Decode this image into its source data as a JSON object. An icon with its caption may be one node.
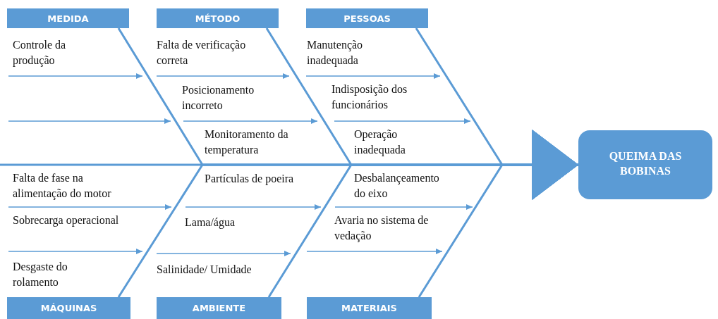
{
  "diagram": {
    "nodes": [
      {
        "text": [
          "MEDIDA"
        ]
      },
      {
        "text": [
          "MÉTODO"
        ]
      },
      {
        "text": [
          "PESSOAS"
        ]
      },
      {
        "text": [
          "QUEIMA DAS BOBINAS"
        ]
      },
      {
        "text": [
          "MÁQUINAS"
        ]
      },
      {
        "text": [
          "AMBIENTE"
        ]
      },
      {
        "text": [
          "MATERIAIS"
        ]
      }
    ],
    "edges": [
      {
        "from": null,
        "to": 3,
        "arrow": "to"
      },
      {
        "from": 0,
        "to": 3,
        "arrow": "to"
      },
      {
        "from": 1,
        "to": 3,
        "arrow": "to"
      },
      {
        "from": 2,
        "to": 3,
        "arrow": "to"
      },
      {
        "from": 4,
        "to": 3,
        "arrow": "to"
      },
      {
        "from": 5,
        "to": 3,
        "arrow": "to"
      },
      {
        "from": 6,
        "to": 3,
        "arrow": "to"
      }
    ],
    "labels": [
      "Controle da produção",
      "Falta de verificação correta",
      "Manutenção inadequada",
      "Posicionamento incorreto",
      "Indisposição dos funcionários",
      "Monitoramento da temperatura",
      "Operação inadequada",
      "Falta de fase na alimentação do motor",
      "Partículas de poeira",
      "Desbalançeamento do eixo",
      "Sobrecarga operacional",
      "Lama/água",
      "Avaria no sistema de vedação",
      "Desgaste do rolamento",
      "Salinidade/ Umidade"
    ]
  }
}
